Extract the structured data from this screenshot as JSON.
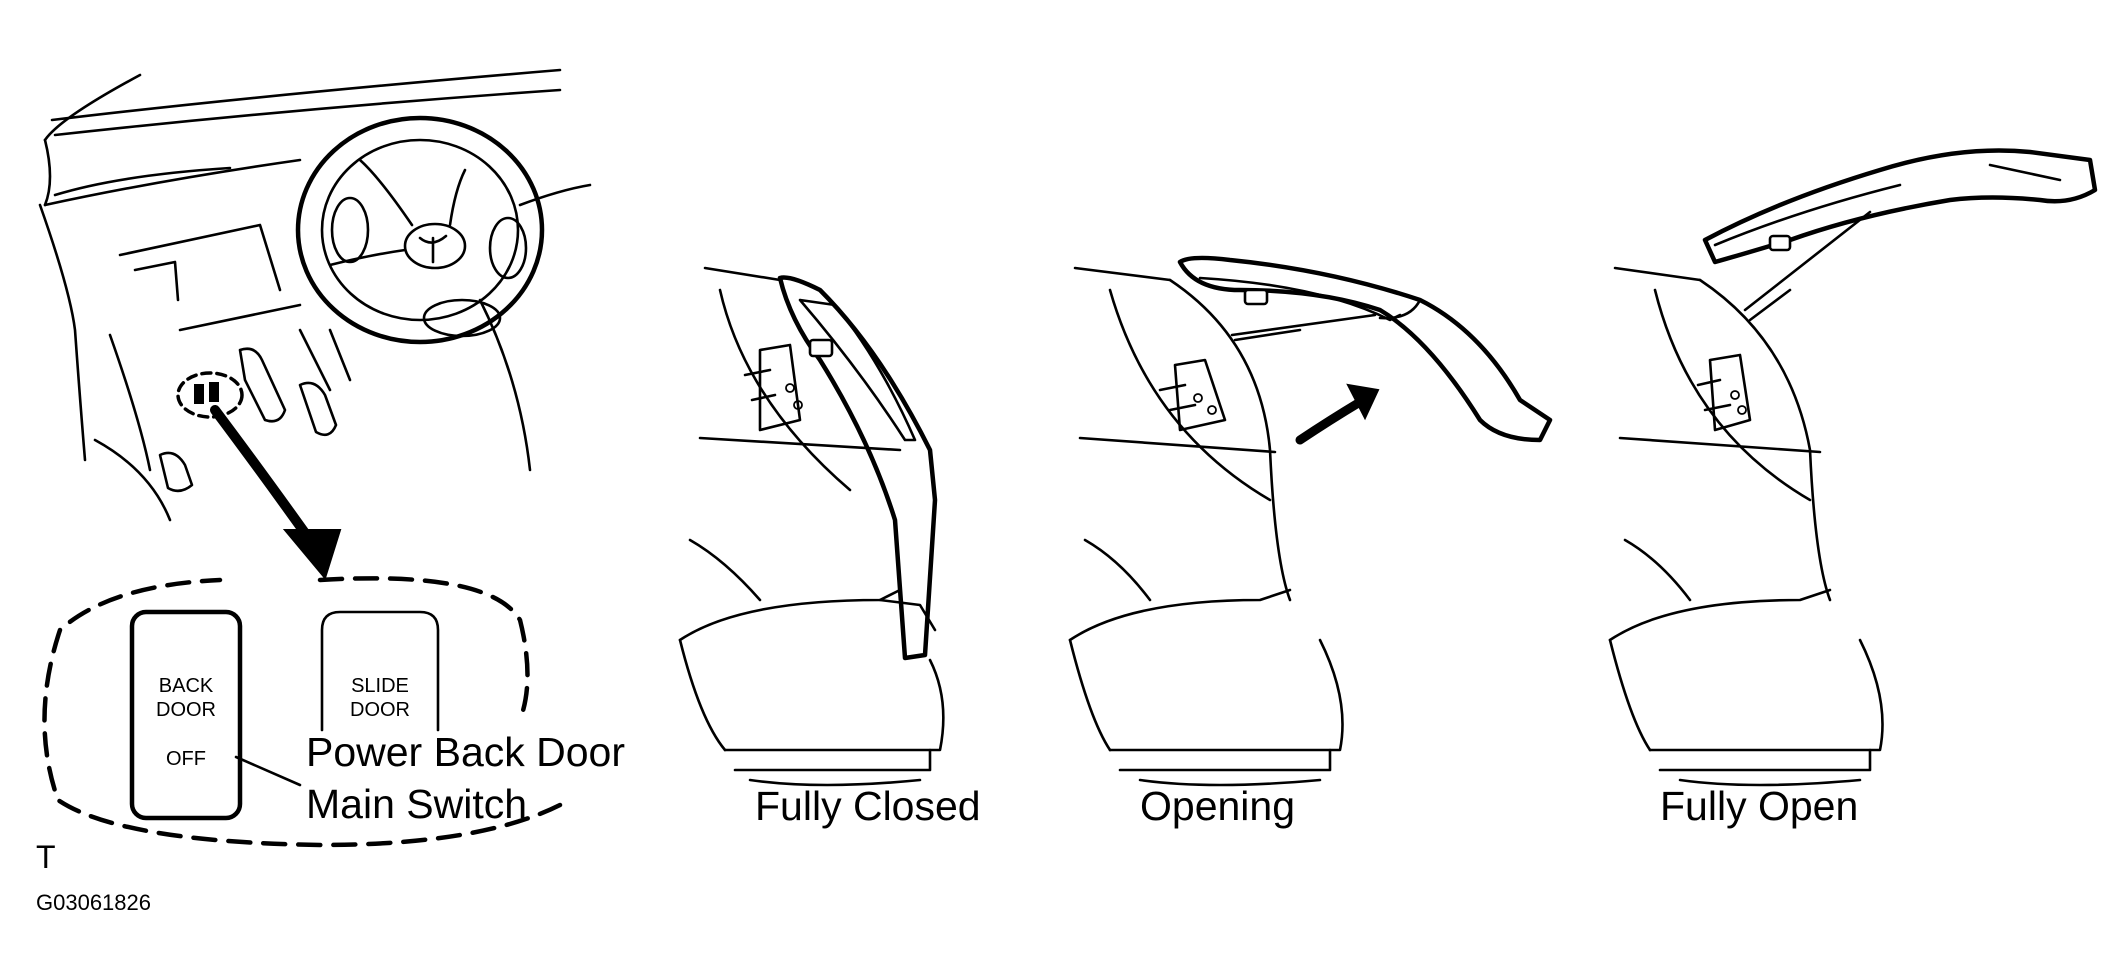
{
  "switch_panel": {
    "back_door_label_line1": "BACK",
    "back_door_label_line2": "DOOR",
    "back_door_off_label": "OFF",
    "slide_door_label_line1": "SLIDE",
    "slide_door_label_line2": "DOOR"
  },
  "callout": {
    "line1": "Power Back Door",
    "line2": "Main Switch"
  },
  "captions": {
    "fully_closed": "Fully Closed",
    "opening": "Opening",
    "fully_open": "Fully Open"
  },
  "marker": "T",
  "figure_code": "G03061826"
}
